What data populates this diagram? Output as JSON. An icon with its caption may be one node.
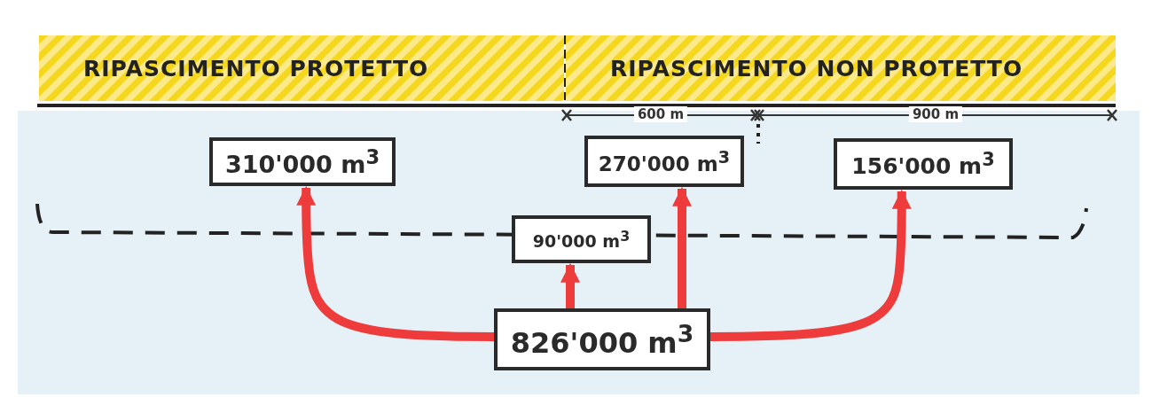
{
  "diagram": {
    "nodes": [
      {
        "text": [
          "RIPASCIMENTO PROTETTO"
        ]
      },
      {
        "text": [
          "RIPASCIMENTO NON PROTETTO"
        ]
      },
      {
        "text": [
          "310'000 m$^{3}$"
        ]
      },
      {
        "text": [
          "270'000 m$^{3}$"
        ]
      },
      {
        "text": [
          "156'000 m$^{3}$"
        ]
      },
      {
        "text": [
          "90'000 m$^{3}$"
        ]
      },
      {
        "text": [
          "826'000 m$^{3}$"
        ]
      }
    ],
    "edges": [
      {
        "from": 6,
        "to": 2,
        "arrow": "to"
      },
      {
        "from": 6,
        "to": 5,
        "arrow": "to"
      },
      {
        "from": 6,
        "to": 3,
        "arrow": "to"
      },
      {
        "from": 6,
        "to": 4,
        "arrow": "to"
      }
    ],
    "labels": [
      "600 m",
      "900 m"
    ]
  }
}
